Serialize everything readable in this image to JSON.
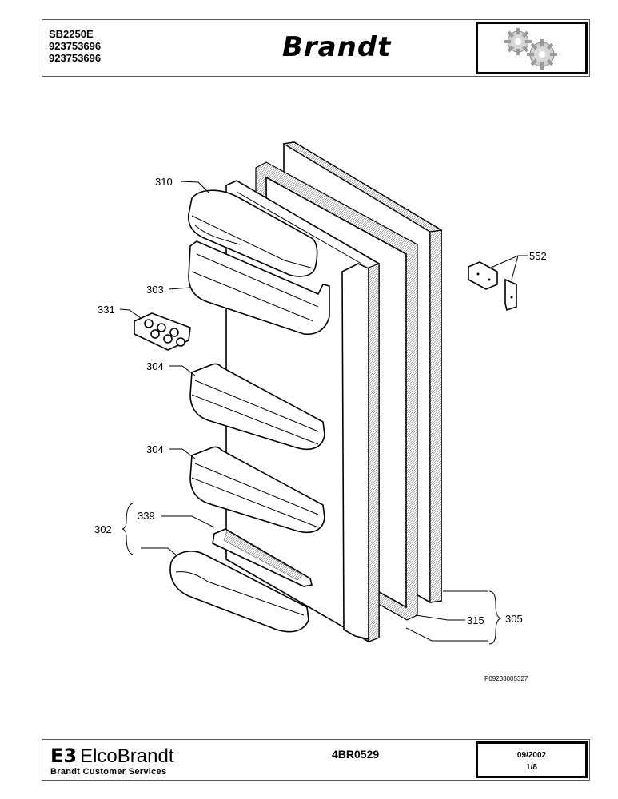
{
  "header": {
    "models": [
      "SB2250E",
      "923753696",
      "923753696"
    ],
    "brand": "Brandt",
    "logo_icon": "gears-icon"
  },
  "diagram": {
    "callouts": {
      "c310": "310",
      "c303": "303",
      "c331": "331",
      "c304a": "304",
      "c304b": "304",
      "c339": "339",
      "c302": "302",
      "c552": "552",
      "c315": "315",
      "c305": "305"
    },
    "reference": "P09233005327"
  },
  "footer": {
    "company_mark": "E3",
    "company": "ElcoBrandt",
    "services": "Brandt Customer Services",
    "code": "4BR0529",
    "date": "09/2002",
    "page": "1/8"
  }
}
